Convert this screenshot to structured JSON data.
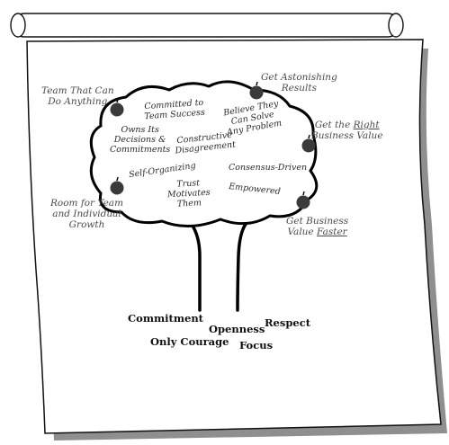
{
  "outer_labels": {
    "team_anything": [
      "Team That Can",
      "Do Anything"
    ],
    "astonishing": [
      "Get Astonishing",
      "Results"
    ],
    "right_value": {
      "pre": "Get the ",
      "em": "Right",
      "line2": "Business Value"
    },
    "room": [
      "Room for Team",
      "and Individual",
      "Growth"
    ],
    "faster": {
      "line1": "Get Business",
      "pre": "Value ",
      "em": "Faster"
    }
  },
  "canopy_labels": {
    "committed": [
      "Committed to",
      "Team Success"
    ],
    "owns": [
      "Owns Its",
      "Decisions &",
      "Commitments"
    ],
    "believe": [
      "Believe They",
      "Can Solve",
      "Any Problem"
    ],
    "constructive": [
      "Constructive",
      "Disagreement"
    ],
    "self_org": "Self-Organizing",
    "consensus": "Consensus-Driven",
    "trust": [
      "Trust",
      "Motivates",
      "Them"
    ],
    "empowered": "Empowered"
  },
  "root_values": {
    "commitment": "Commitment",
    "openness": "Openness",
    "respect": "Respect",
    "courage": "Only Courage",
    "focus": "Focus"
  },
  "colors": {
    "paper": "#ffffff",
    "paper_shadow": "#9e9e9e",
    "ink": "#000000",
    "apple": "#3a3a3a"
  }
}
